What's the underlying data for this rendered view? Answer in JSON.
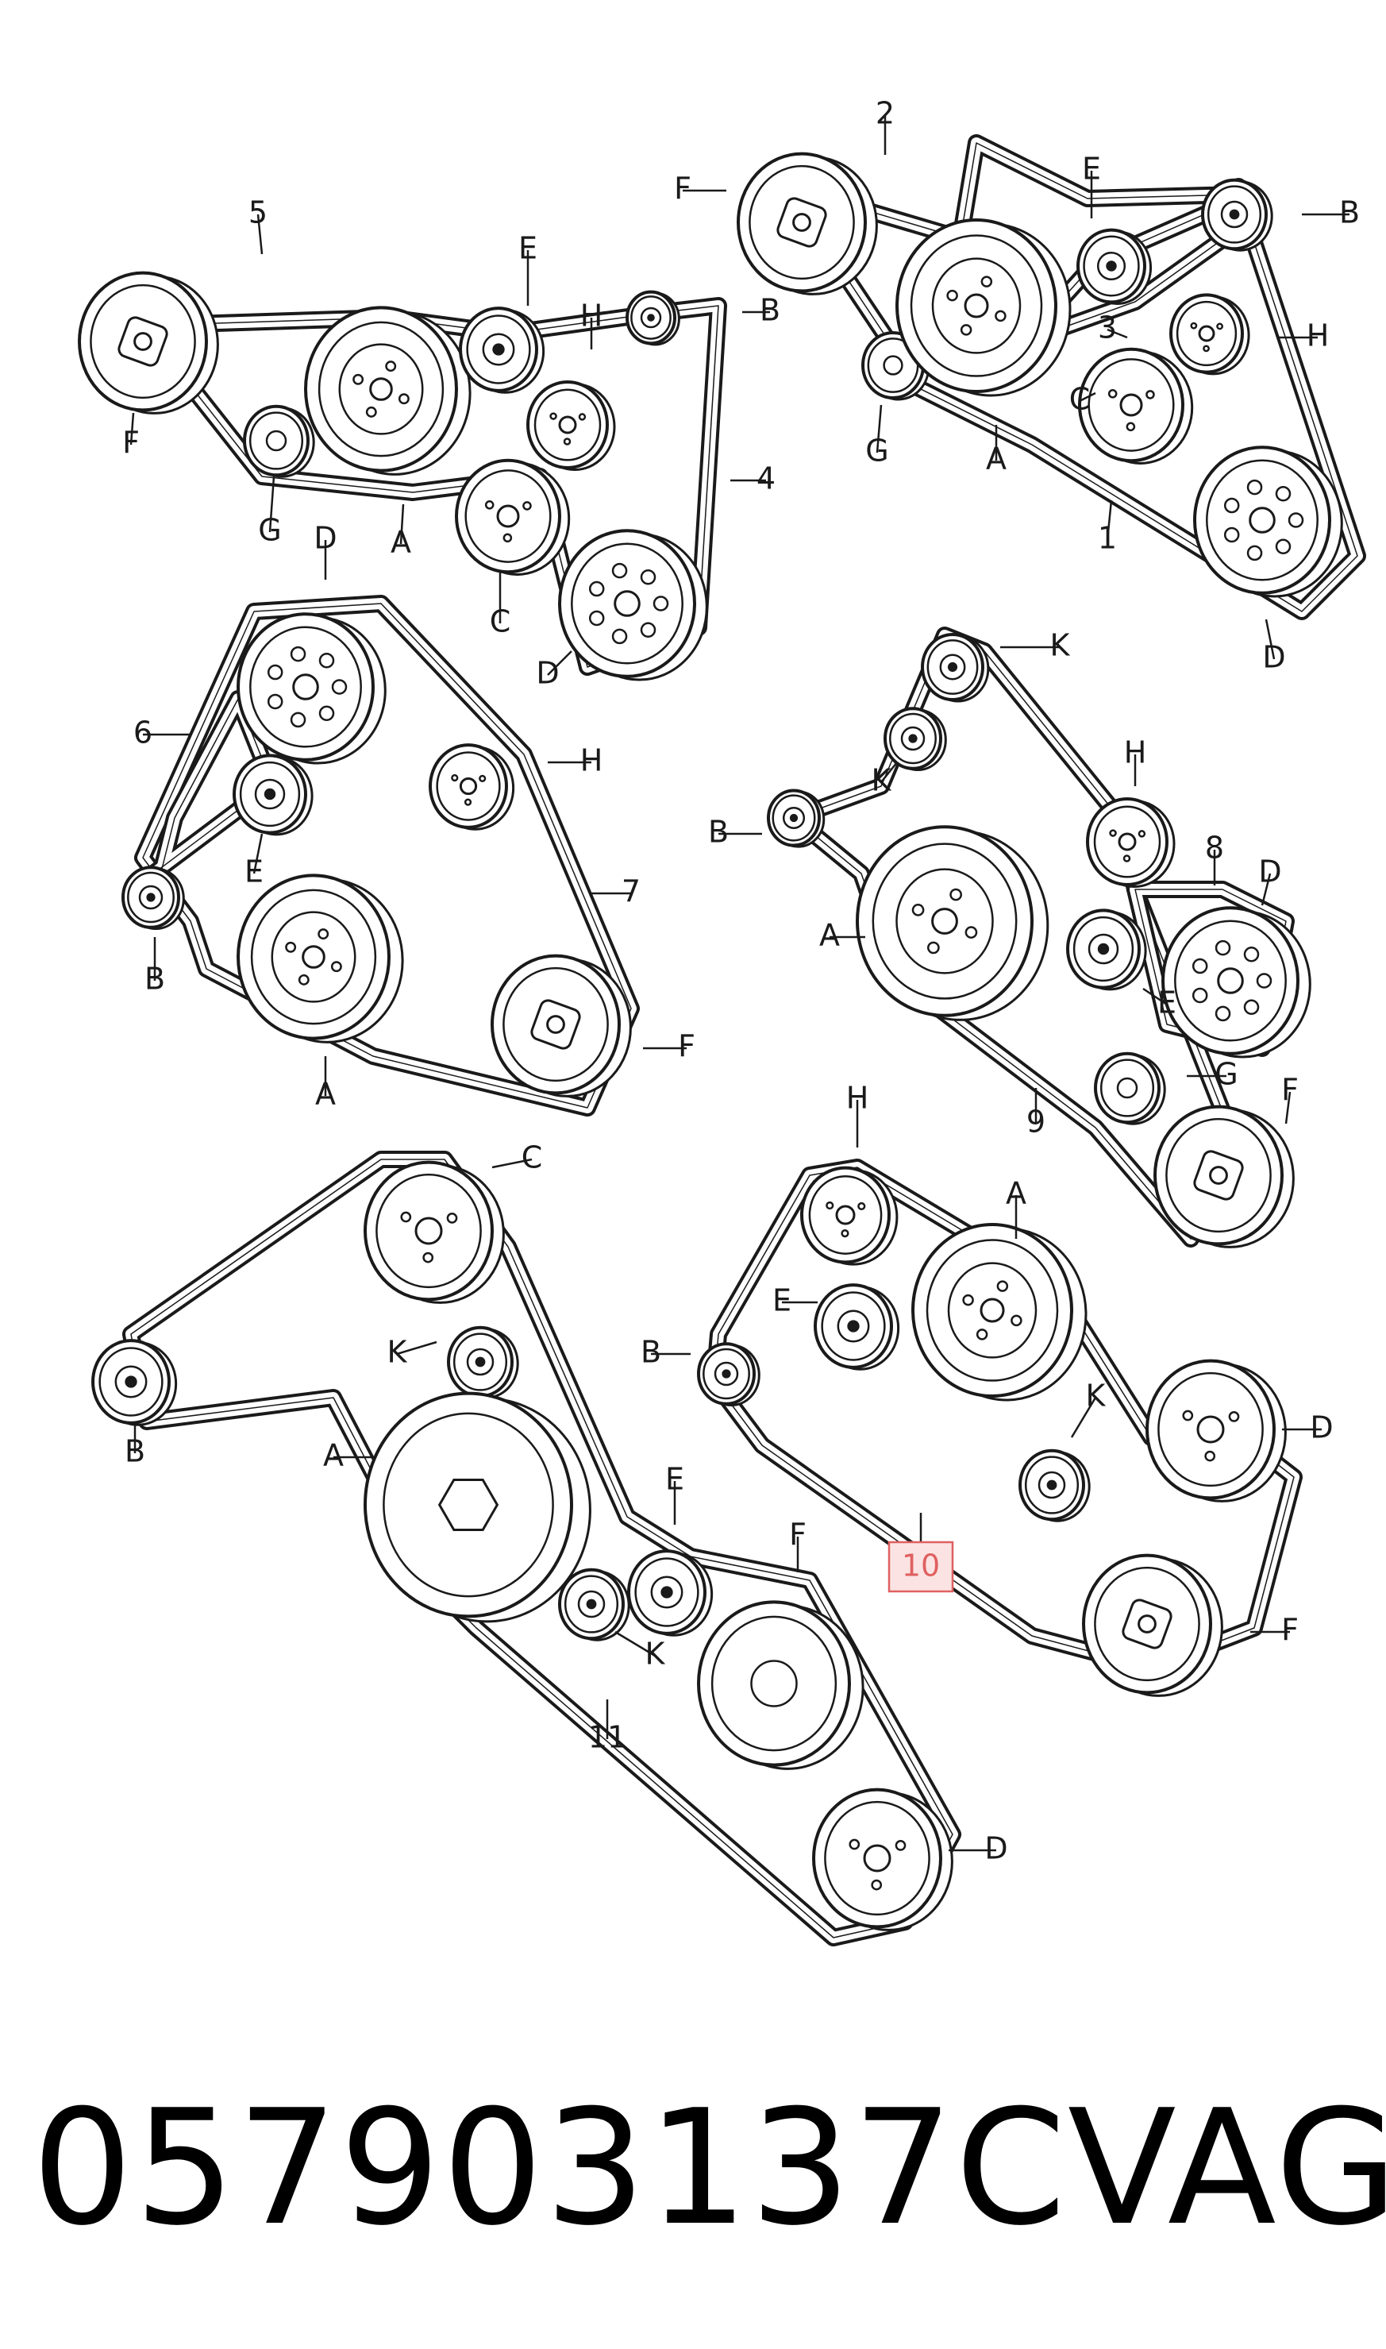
{
  "diagram": {
    "callout_numbers": [
      "1",
      "2",
      "3",
      "4",
      "5",
      "6",
      "7",
      "8",
      "9",
      "10",
      "11"
    ],
    "highlighted_callout": "10",
    "letters": {
      "a": "A",
      "b": "B",
      "c": "C",
      "d": "D",
      "e": "E",
      "f": "F",
      "g": "G",
      "h": "H",
      "k": "K"
    },
    "highlight_color": "#e06060",
    "highlight_fill": "#fbe3e3",
    "line_color": "#1a1a1a"
  },
  "footer": {
    "part_number": "057903137C",
    "brand": "VAG"
  }
}
